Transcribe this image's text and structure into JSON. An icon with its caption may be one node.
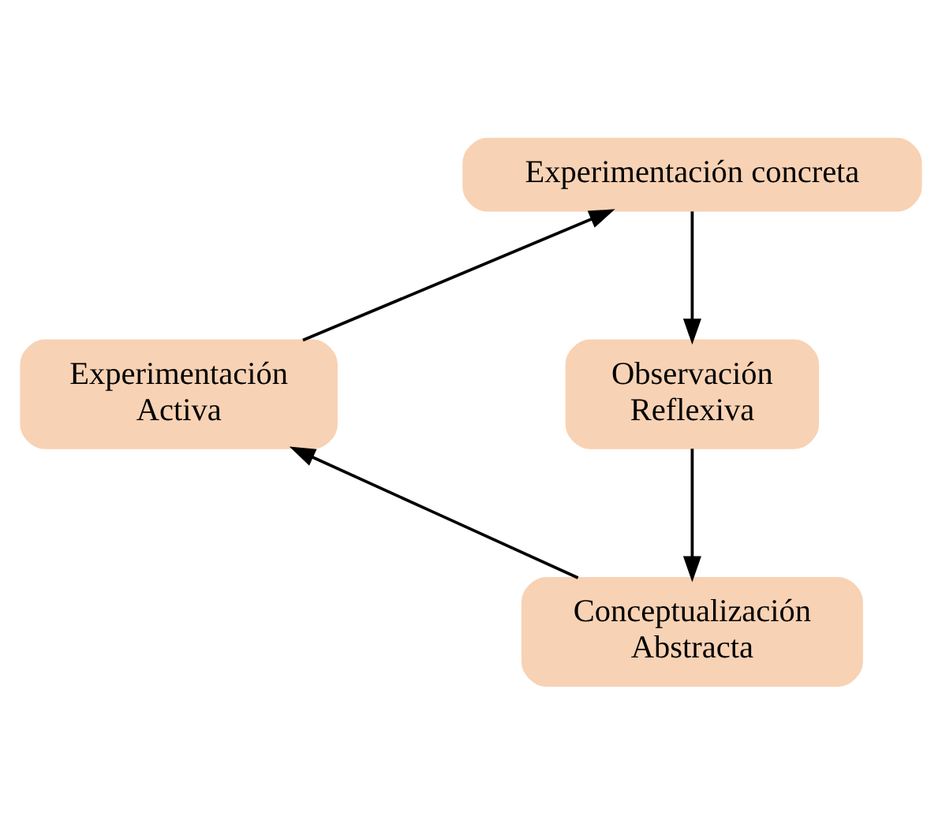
{
  "diagram": {
    "nodes": [
      {
        "text": [
          "Experimentación concreta"
        ]
      },
      {
        "text": [
          "Observación Reflexiva"
        ]
      },
      {
        "text": [
          "Conceptualización Abstracta"
        ]
      },
      {
        "text": [
          "Experimentación Activa"
        ]
      }
    ],
    "edges": [
      {
        "from": 0,
        "to": 1,
        "arrow": "to"
      },
      {
        "from": 1,
        "to": 2,
        "arrow": "to"
      },
      {
        "from": 2,
        "to": 3,
        "arrow": "to"
      },
      {
        "from": 3,
        "to": 0,
        "arrow": "to"
      }
    ]
  }
}
